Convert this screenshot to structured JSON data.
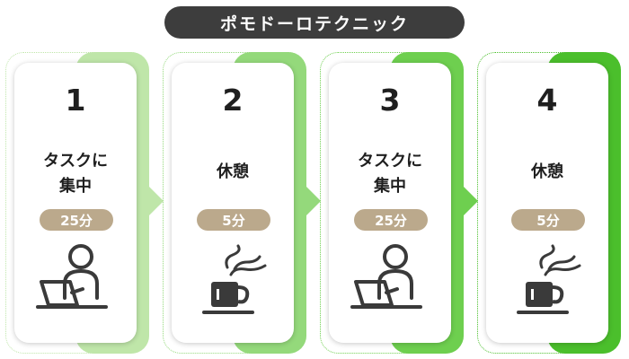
{
  "title": "ポモドーロテクニック",
  "steps": [
    {
      "number": "1",
      "label_line1": "タスクに",
      "label_line2": "集中",
      "duration": "25分",
      "icon": "person-laptop-icon",
      "color": "#bfe6a9"
    },
    {
      "number": "2",
      "label_line1": "休憩",
      "label_line2": "",
      "duration": "5分",
      "icon": "coffee-cup-icon",
      "color": "#94d97b"
    },
    {
      "number": "3",
      "label_line1": "タスクに",
      "label_line2": "集中",
      "duration": "25分",
      "icon": "person-laptop-icon",
      "color": "#6ecf4f"
    },
    {
      "number": "4",
      "label_line1": "休憩",
      "label_line2": "",
      "duration": "5分",
      "icon": "coffee-cup-icon",
      "color": "#4bbf2c"
    }
  ],
  "colors": {
    "title_bg": "#3d3d3d",
    "badge_bg": "#bba98c",
    "icon_stroke": "#3a3a3a"
  }
}
